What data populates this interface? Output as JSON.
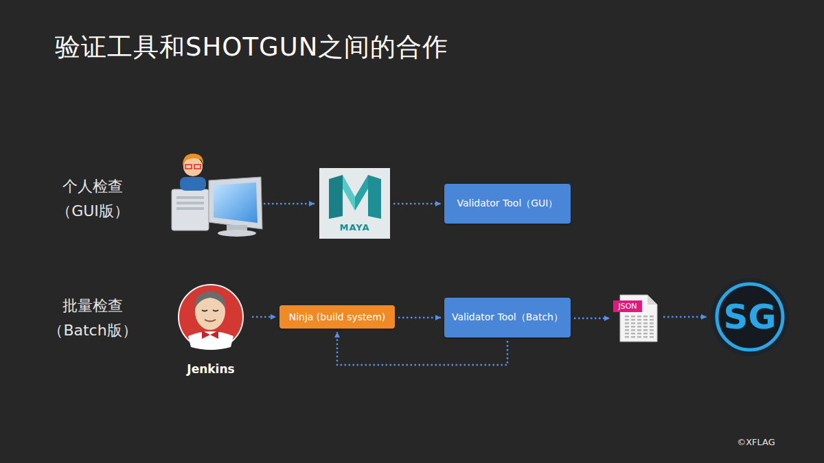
{
  "diagram": {
    "title": "验证工具和SHOTGUN之间的合作",
    "nodes": [
      {
        "text": [
          "MAYA"
        ]
      },
      {
        "text": [
          "Validator Tool（GUI）"
        ]
      },
      {
        "text": [
          "Jenkins"
        ]
      },
      {
        "text": [
          "Ninja (build system)"
        ]
      },
      {
        "text": [
          "Validator Tool（Batch）"
        ]
      },
      {
        "text": [
          "JSON"
        ]
      },
      {
        "text": [
          "SG"
        ]
      }
    ],
    "edges": [
      {
        "from": 0,
        "to": 1,
        "arrow": "to"
      },
      {
        "from": 2,
        "to": 3,
        "arrow": "to"
      },
      {
        "from": 3,
        "to": 4,
        "arrow": "to"
      },
      {
        "from": 4,
        "to": 3,
        "arrow": "to"
      },
      {
        "from": 4,
        "to": 5,
        "arrow": "to"
      },
      {
        "from": 5,
        "to": 6,
        "arrow": "to"
      }
    ],
    "labels": [
      "个人检查 （GUI版）",
      "批量检查 （Batch版）",
      "©XFLAG"
    ]
  }
}
